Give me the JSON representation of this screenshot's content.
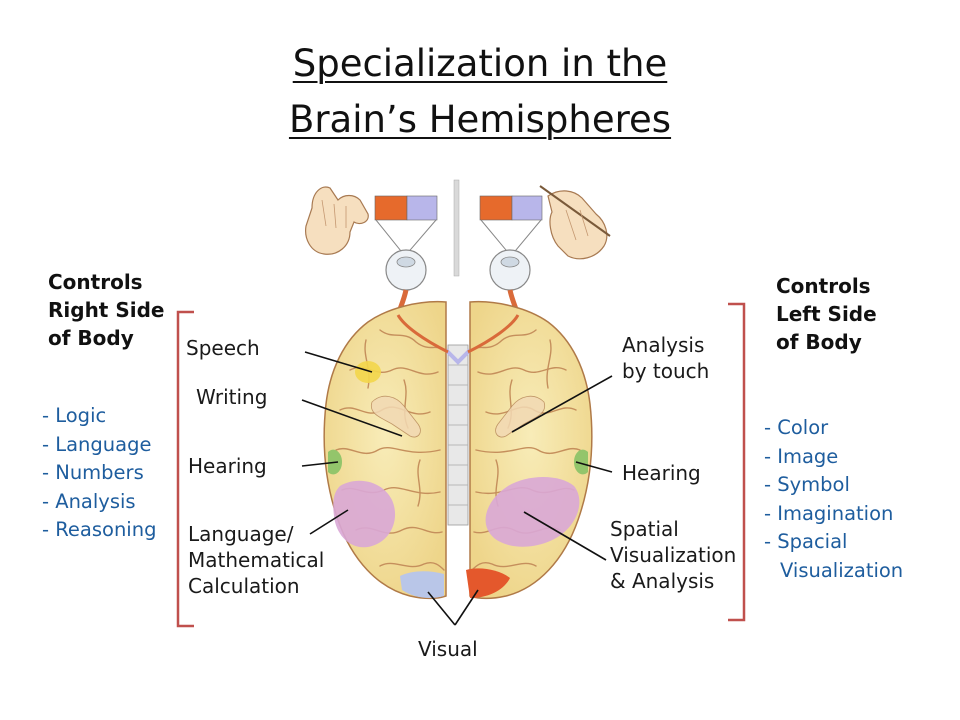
{
  "title_lines": [
    "Specialization in the",
    "Brain’s Hemispheres"
  ],
  "left": {
    "heading": [
      "Controls",
      "Right Side",
      "of Body"
    ],
    "functions": [
      "- Logic",
      "- Language",
      "- Numbers",
      "- Analysis",
      "- Reasoning"
    ]
  },
  "right": {
    "heading": [
      "Controls",
      "Left Side",
      "of Body"
    ],
    "functions": [
      "- Color",
      "- Image",
      "- Symbol",
      "- Imagination",
      "- Spacial",
      "Visualization"
    ]
  },
  "regions_left": {
    "speech": "Speech",
    "writing": "Writing",
    "hearing": "Hearing",
    "language": [
      "Language/",
      "Mathematical",
      "Calculation"
    ]
  },
  "regions_right": {
    "touch": [
      "Analysis",
      "by touch"
    ],
    "hearing": "Hearing",
    "spatial": [
      "Spatial",
      "Visualization",
      "& Analysis"
    ]
  },
  "visual": "Visual",
  "colors": {
    "list_text": "#1e5d9e",
    "bracket": "#c0504d",
    "brain": "#f4e3a0",
    "brain_fold": "#c58f5c",
    "purple_region": "#d9a7d6",
    "green_region": "#93c56b",
    "yellow_region": "#f3d64a",
    "visual_left": "#b9c6e8",
    "visual_right": "#e4582c",
    "swatch_orange": "#e66a2c",
    "swatch_lavender": "#b8b6ea"
  }
}
